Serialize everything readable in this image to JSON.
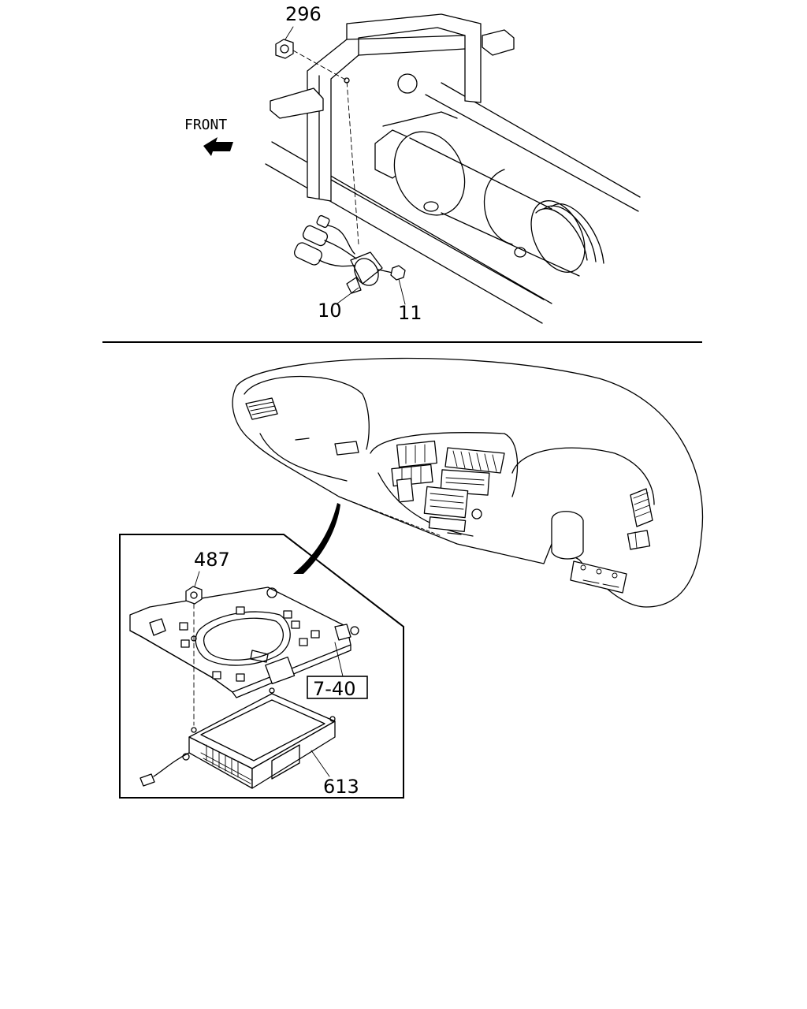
{
  "top_view": {
    "direction_label": "FRONT",
    "callouts": {
      "nut_top": "296",
      "sensor": "10",
      "bolt": "11"
    }
  },
  "bottom_view": {
    "callouts": {
      "nut_bracket": "487",
      "bracket_ref": "7-40",
      "control_unit": "613"
    }
  }
}
